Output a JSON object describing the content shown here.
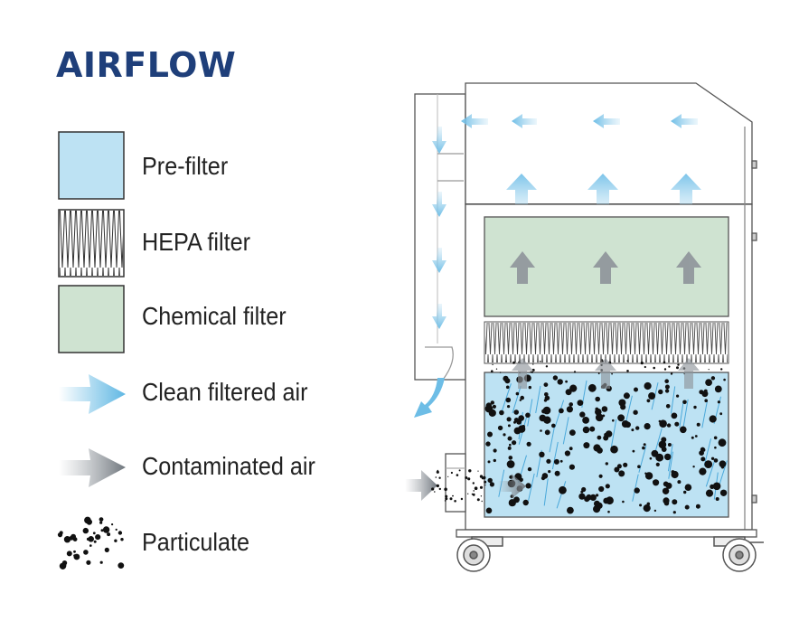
{
  "title": "AIRFLOW",
  "legend": {
    "prefilter": "Pre-filter",
    "hepa": "HEPA filter",
    "chemical": "Chemical filter",
    "clean_air": "Clean filtered air",
    "contaminated_air": "Contaminated air",
    "particulate": "Particulate"
  },
  "colors": {
    "title": "#1f3f7a",
    "prefilter": "#bde2f3",
    "chemical": "#cfe3d1",
    "clean_air": "#5fb7e3",
    "contaminated_air": "#9aa0a6",
    "particulate": "#111111"
  }
}
